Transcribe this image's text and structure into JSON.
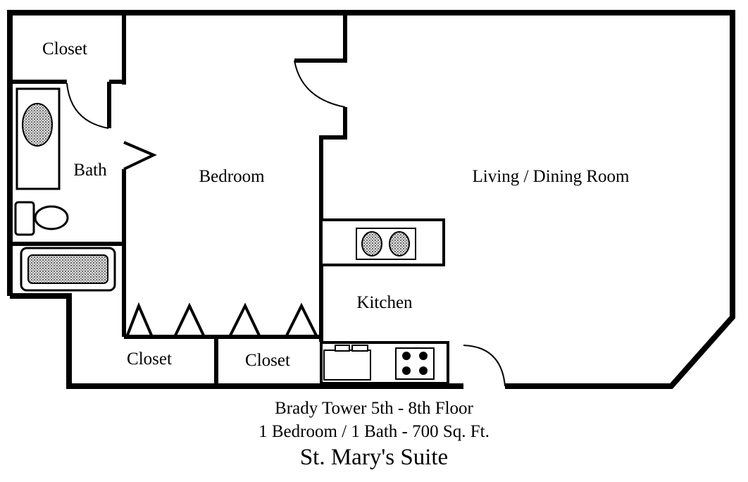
{
  "rooms": {
    "closet_top_left": "Closet",
    "bath": "Bath",
    "bedroom": "Bedroom",
    "living_dining": "Living / Dining Room",
    "kitchen": "Kitchen",
    "closet_bottom_left": "Closet",
    "closet_bottom_right": "Closet"
  },
  "caption": {
    "line1": "Brady Tower 5th - 8th Floor",
    "line2": "1 Bedroom / 1 Bath - 700 Sq. Ft.",
    "line3": "St. Mary's Suite"
  },
  "colors": {
    "wall": "#000000",
    "fixture_fill": "#bdbdbd"
  }
}
